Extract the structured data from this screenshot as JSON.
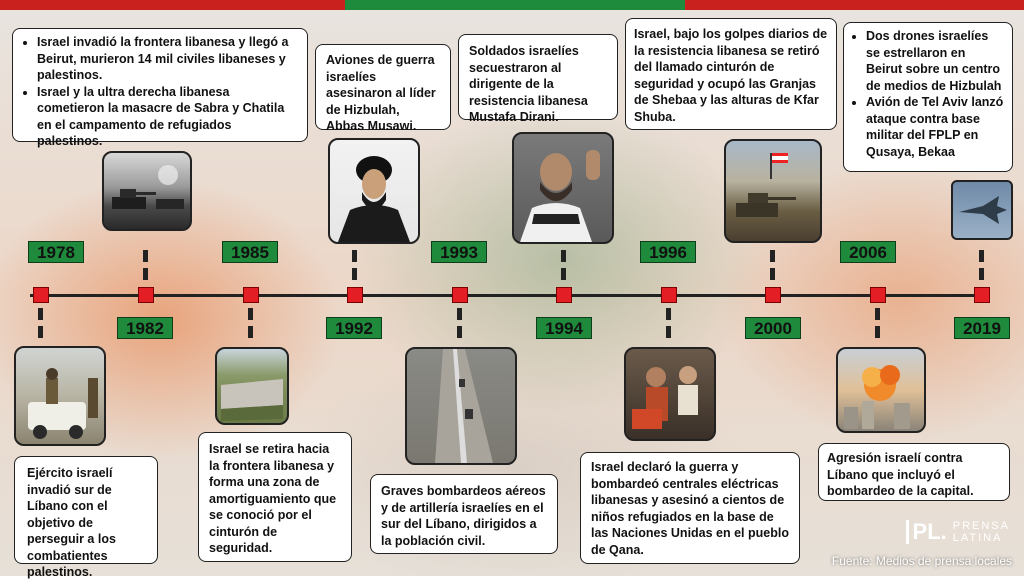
{
  "years": [
    "1978",
    "1982",
    "1985",
    "1992",
    "1993",
    "1994",
    "1996",
    "2000",
    "2006",
    "2019"
  ],
  "events": {
    "e1978": "Ejército israelí invadió sur de Líbano con el objetivo de perseguir a los combatientes palestinos.",
    "e1982": [
      "Israel invadió la frontera libanesa y llegó a Beirut, murieron 14 mil civiles libaneses y palestinos.",
      "Israel y la ultra derecha libanesa cometieron la masacre de Sabra y Chatila en el campamento de refugiados palestinos."
    ],
    "e1985": "Israel se retira hacia la frontera libanesa y forma una zona de amortiguamiento que se conoció por el cinturón de seguridad.",
    "e1992": "Aviones de guerra israelíes asesinaron al líder de Hizbulah, Abbas Musawi.",
    "e1993": "Graves bombardeos aéreos y de artillería israelíes en el sur del Líbano, dirigidos a la población civil.",
    "e1994": "Soldados israelíes secuestraron al dirigente de la resistencia libanesa Mustafa Dirani.",
    "e1996": "Israel declaró la guerra y bombardeó centrales eléctricas libanesas y asesinó a cientos de niños refugiados en la base de las Naciones Unidas en el pueblo de Qana.",
    "e2000": "Israel, bajo los golpes diarios de la resistencia libanesa se retiró del llamado cinturón de seguridad y ocupó las Granjas de Shebaa y las alturas de Kfar Shuba.",
    "e2006": "Agresión israelí contra Líbano que incluyó el bombardeo de la capital.",
    "e2019": [
      "Dos drones israelíes se estrellaron en Beirut sobre un centro de medios de Hizbulah",
      "Avión de Tel Aviv lanzó ataque contra base militar del FPLP en Qusaya, Bekaa"
    ]
  },
  "logo": {
    "mark": "PL.",
    "line1": "PRENSA",
    "line2": "LATINA"
  },
  "source": "Fuente: Medios de prensa locales",
  "colors": {
    "red": "#e31e24",
    "green": "#1f8a3b",
    "flag_red": "#c8211e",
    "flag_green": "#1d8a3c"
  }
}
